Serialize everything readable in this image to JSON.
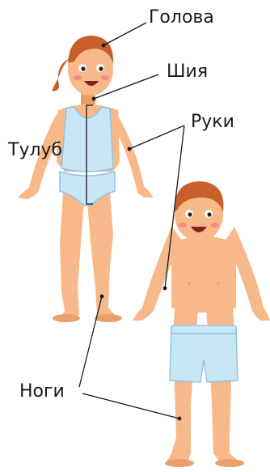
{
  "labels": {
    "head": "Голова",
    "neck": "Шия",
    "arms": "Руки",
    "torso": "Тулуб",
    "legs": "Ноги"
  },
  "colors": {
    "skin": "#f7b98a",
    "skin_shade": "#e9a06d",
    "hair": "#c8602c",
    "clothing": "#c9e6f6",
    "clothing_outline": "#8fc3e3",
    "cheeks": "#f48a8a",
    "pointer_line": "#1a1a1a"
  }
}
